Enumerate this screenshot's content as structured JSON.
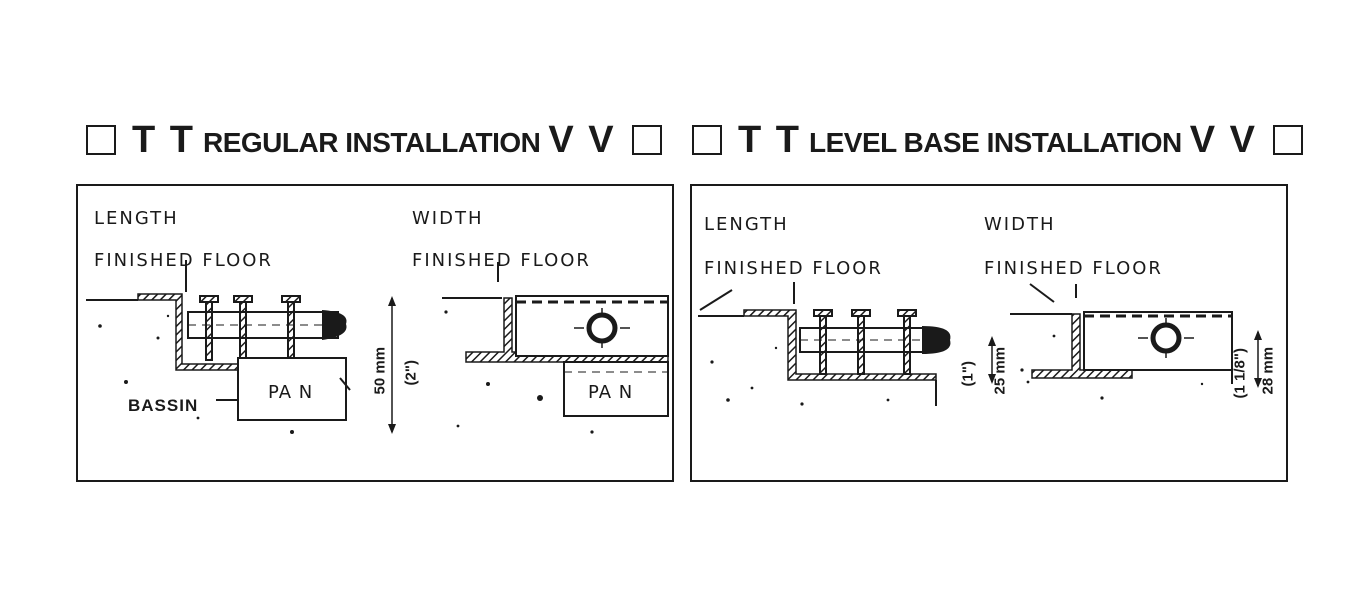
{
  "header": {
    "left": {
      "mark_prefix": "T T",
      "title": "REGULAR  INSTALLATION",
      "mark_suffix": "V V"
    },
    "right": {
      "mark_prefix": "T T",
      "title": "LEVEL BASE INSTALLATION",
      "mark_suffix": "V V"
    }
  },
  "panels": {
    "regular": {
      "length_label": "LENGTH",
      "width_label": "WIDTH",
      "finished_floor_length": "FINISHED FLOOR",
      "finished_floor_width": "FINISHED FLOOR",
      "bassin_label": "BASSIN",
      "pan_length": "PA N",
      "pan_width": "PA N",
      "dim_mm": "50  mm",
      "dim_in": "(2\")"
    },
    "level_base": {
      "length_label": "LENGTH",
      "width_label": "WIDTH",
      "finished_floor_length": "FINISHED FLOOR",
      "finished_floor_width": "FINISHED FLOOR",
      "dim1_mm": "25 mm",
      "dim1_in": "(1\")",
      "dim2_mm": "28 mm",
      "dim2_in": "(1 1/8\")"
    }
  },
  "colors": {
    "ink": "#1a1a1a",
    "paper": "#ffffff"
  }
}
